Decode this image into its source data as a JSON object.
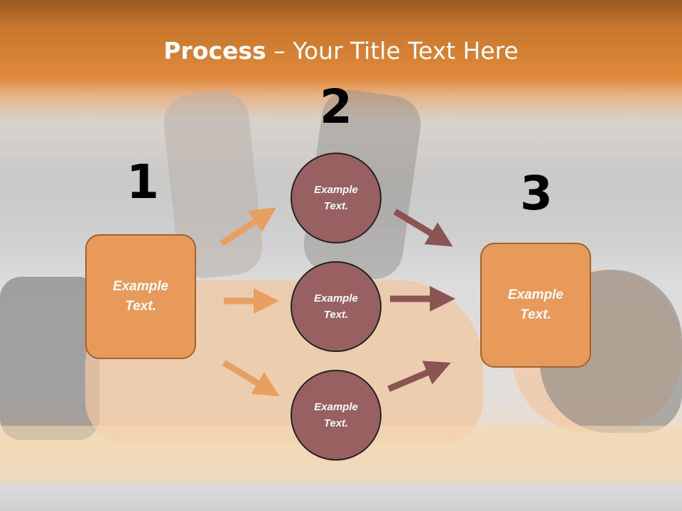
{
  "title": {
    "bold": "Process",
    "rest": " – Your Title Text Here"
  },
  "steps": [
    {
      "number": "1",
      "line1": "Example",
      "line2": "Text."
    },
    {
      "number": "2"
    },
    {
      "number": "3",
      "line1": "Example",
      "line2": "Text."
    }
  ],
  "circles": [
    {
      "line1": "Example",
      "line2": "Text."
    },
    {
      "line1": "Example",
      "line2": "Text."
    },
    {
      "line1": "Example",
      "line2": "Text."
    }
  ],
  "colors": {
    "orange": "#e89a5a",
    "mauve": "#996061",
    "orange_arrow": "#e8a060",
    "mauve_arrow": "#8a5452"
  }
}
